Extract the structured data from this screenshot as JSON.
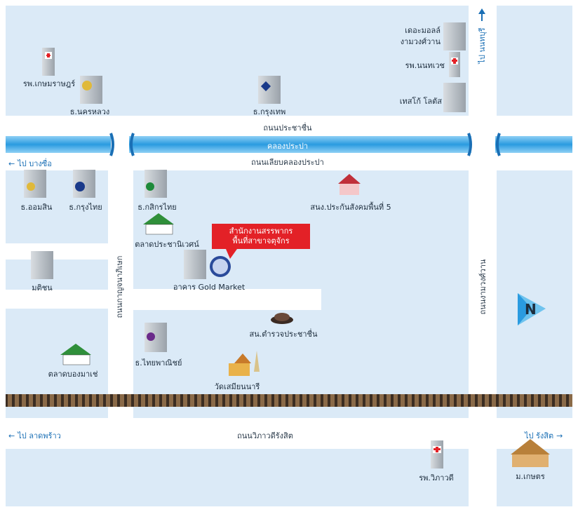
{
  "map": {
    "colors": {
      "block": "#dbeaf7",
      "road": "#ffffff",
      "canal": "#2a9be0",
      "rail": "#5a4a3a",
      "callout": "#e32127",
      "arrow": "#1a6fb5"
    },
    "roads": {
      "north_road": "ถนนประชาชื่น",
      "south_canal_road": "ถนนเลียบคลองประปา",
      "canal": "คลองประปา",
      "west_vertical": "ถนนกาญจนาภิเษก",
      "east_vertical": "ถนนงามวงศ์วาน",
      "bottom_road": "ถนนวิภาวดีรังสิต"
    },
    "directions": {
      "to_nonthaburi": "ไป นนทบุรี",
      "to_bangsue": "ไป บางซื่อ",
      "to_ladprao": "ไป ลาดพร้าว",
      "to_rangsit": "ไป รังสิต"
    },
    "compass_letter": "N",
    "callout": {
      "line1": "สำนักงานสรรพากร",
      "line2": "พื้นที่สาขาจตุจักร"
    },
    "places": {
      "hosp_kasem": "รพ.เกษมราษฎร์",
      "bank_nakhonluang": "ธ.นครหลวง",
      "bank_krungthep": "ธ.กรุงเทพ",
      "mall_ngamwong": "เดอะมอลล์\nงามวงศ์วาน",
      "hosp_nonthavej": "รพ.นนทเวช",
      "tesco": "เทสโก้ โลตัส",
      "bank_gsb": "ธ.ออมสิน",
      "bank_krungthai": "ธ.กรุงไทย",
      "bank_kasikorn": "ธ.กสิกรไทย",
      "sso": "สนง.ประกันสังคมพื้นที่ 5",
      "market_prachaniwet": "ตลาดประชานิเวศน์",
      "gold_market": "อาคาร Gold Market",
      "matichon": "มติชน",
      "police": "สน.ตำรวจประชาชื่น",
      "bank_scb": "ธ.ไทยพาณิชย์",
      "market_bongmache": "ตลาดบองมาเช่",
      "temple": "วัดเสมียนนารี",
      "hosp_vibhavadi": "รพ.วิภาวดี",
      "kasetsart": "ม.เกษตร"
    }
  }
}
